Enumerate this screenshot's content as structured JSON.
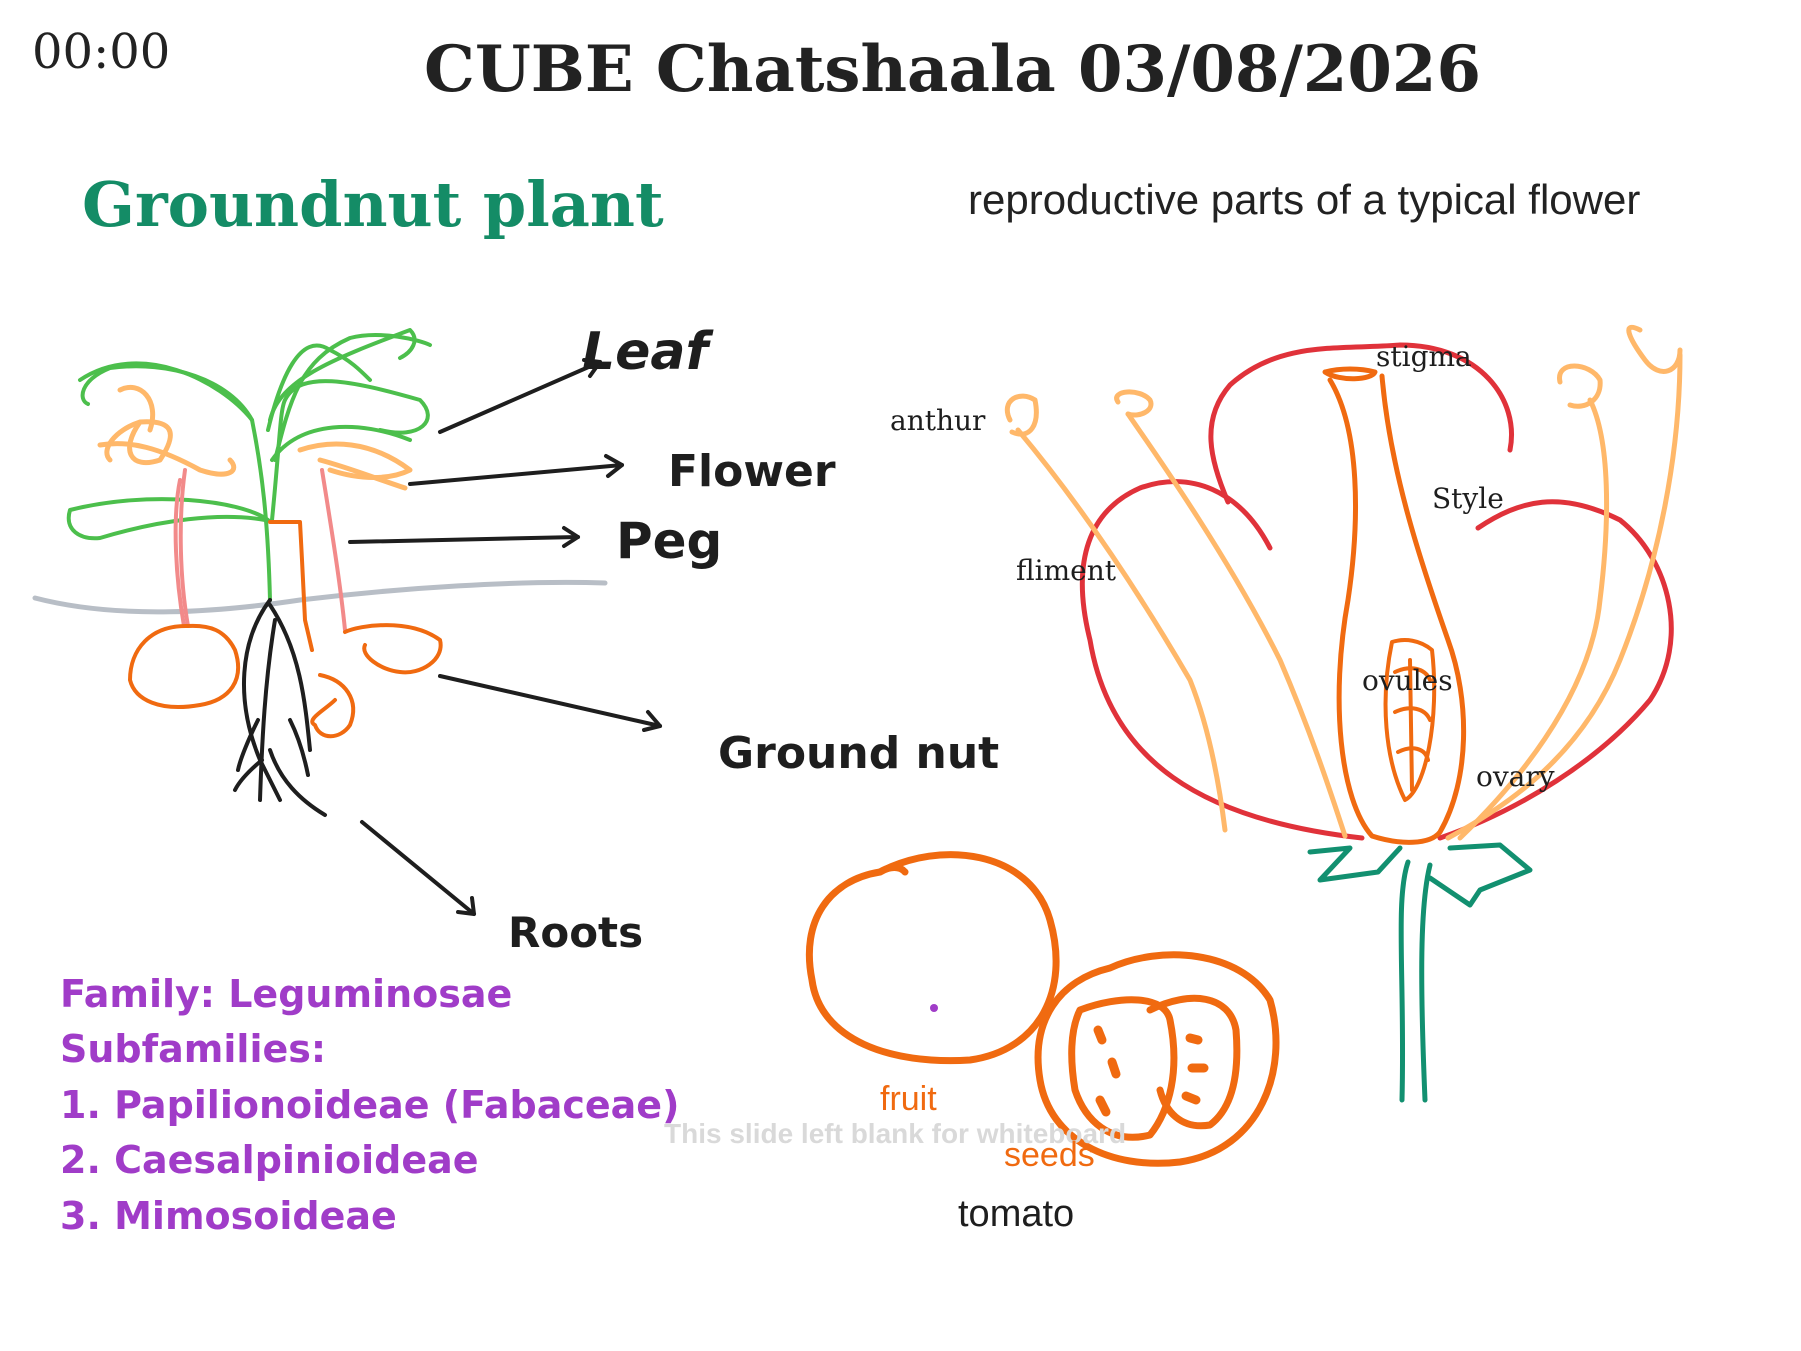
{
  "header": {
    "timer": "00:00",
    "title": "CUBE Chatshaala 03/08/2026"
  },
  "groundnut": {
    "heading": "Groundnut plant",
    "labels": {
      "leaf": "Leaf",
      "flower": "Flower",
      "peg": "Peg",
      "ground_nut": "Ground nut",
      "roots": "Roots"
    },
    "family_lines": [
      "Family: Leguminosae",
      "Subfamilies:",
      "1. Papilionoideae (Fabaceae)",
      "2. Caesalpinioideae",
      "3. Mimosoideae"
    ]
  },
  "flower": {
    "heading": "reproductive parts of a  typical flower",
    "labels": {
      "stigma": "stigma",
      "anthur": "anthur",
      "style": "Style",
      "fliment": "fliment",
      "ovules": "ovules",
      "ovary": "ovary"
    }
  },
  "tomato": {
    "fruit": "fruit",
    "seeds": "seeds",
    "caption": "tomato"
  },
  "footer_note": "This slide left blank for whiteboard",
  "colors": {
    "heading_green": "#148c66",
    "family_purple": "#a03cc8",
    "orange": "#f06a10",
    "petal_red": "#e0323a",
    "leaf_green": "#4cbf4c",
    "light_orange": "#ffb86a",
    "sepal_green": "#129070",
    "ink": "#1e1e1e"
  }
}
